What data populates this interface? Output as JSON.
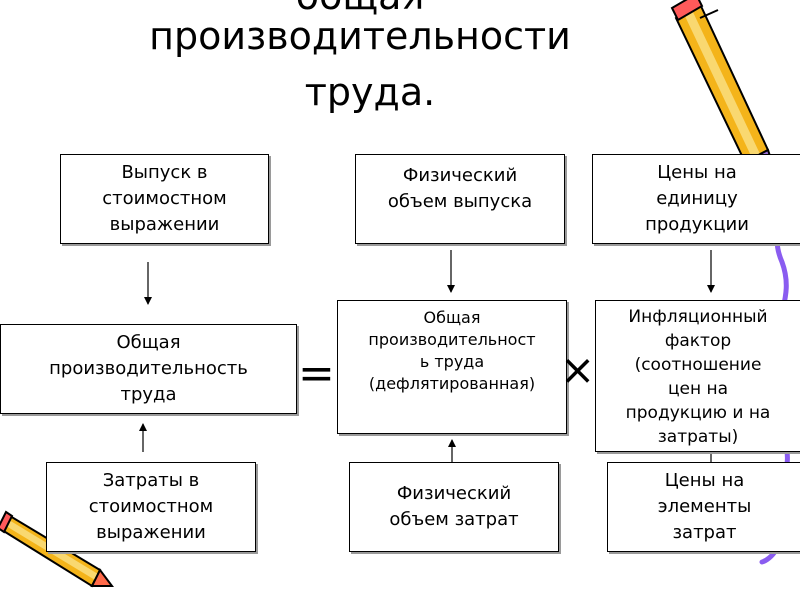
{
  "title": {
    "line1": "общая",
    "line2": "производительности",
    "line3": "труда."
  },
  "boxes": {
    "output_value": "Выпуск в\nстоимостном\nвыражении",
    "physical_output": "Физический\nобъем выпуска",
    "unit_prices": "Цены на\nединицу\nпродукции",
    "total_productivity": "Общая\nпроизводительность\nтруда",
    "deflated_productivity": "Общая\nпроизводительност\nь труда\n(дефлятированная)",
    "inflation_factor": "Инфляционный\nфактор\n(соотношение\nцен на\nпродукцию  и на\nзатраты)",
    "costs_value": "Затраты в\nстоимостном\nвыражении",
    "physical_costs": "Физический\nобъем затрат",
    "cost_element_prices": "Цены на\nэлементы\nзатрат"
  },
  "symbols": {
    "equals": "=",
    "times": "×"
  },
  "decorations": {
    "pencil_top_right": "pencil-icon",
    "pencil_bottom_left": "pencil-icon"
  }
}
